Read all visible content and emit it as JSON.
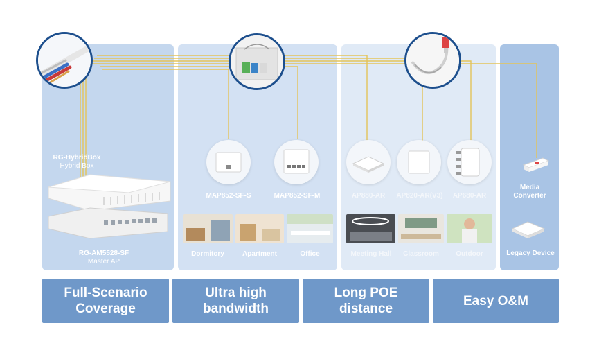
{
  "devices": {
    "hybridbox_model": "RG-HybridBox",
    "hybridbox_name": "Hybrid Box",
    "master_model": "RG-AM5528-SF",
    "master_name": "Master AP",
    "map852_s": "MAP852-SF-S",
    "map852_m": "MAP852-SF-M",
    "ap880": "AP880-AR",
    "ap820": "AP820-AR(V3)",
    "ap680": "AP680-AR",
    "media_converter": "Media\nConverter",
    "legacy_device": "Legacy Device"
  },
  "scenes": {
    "dormitory": "Dormitory",
    "apartment": "Apartment",
    "office": "Office",
    "meeting_hall": "Meeting Hall",
    "classroom": "Classroom",
    "outdoor": "Outdoor"
  },
  "banners": [
    "Full-Scenario\nCoverage",
    "Ultra high\nbandwidth",
    "Long POE\ndistance",
    "Easy O&M"
  ],
  "colors": {
    "banner": "#6f98c9",
    "cable": "#e4c45a",
    "zoom_ring": "#1d4f8d"
  }
}
